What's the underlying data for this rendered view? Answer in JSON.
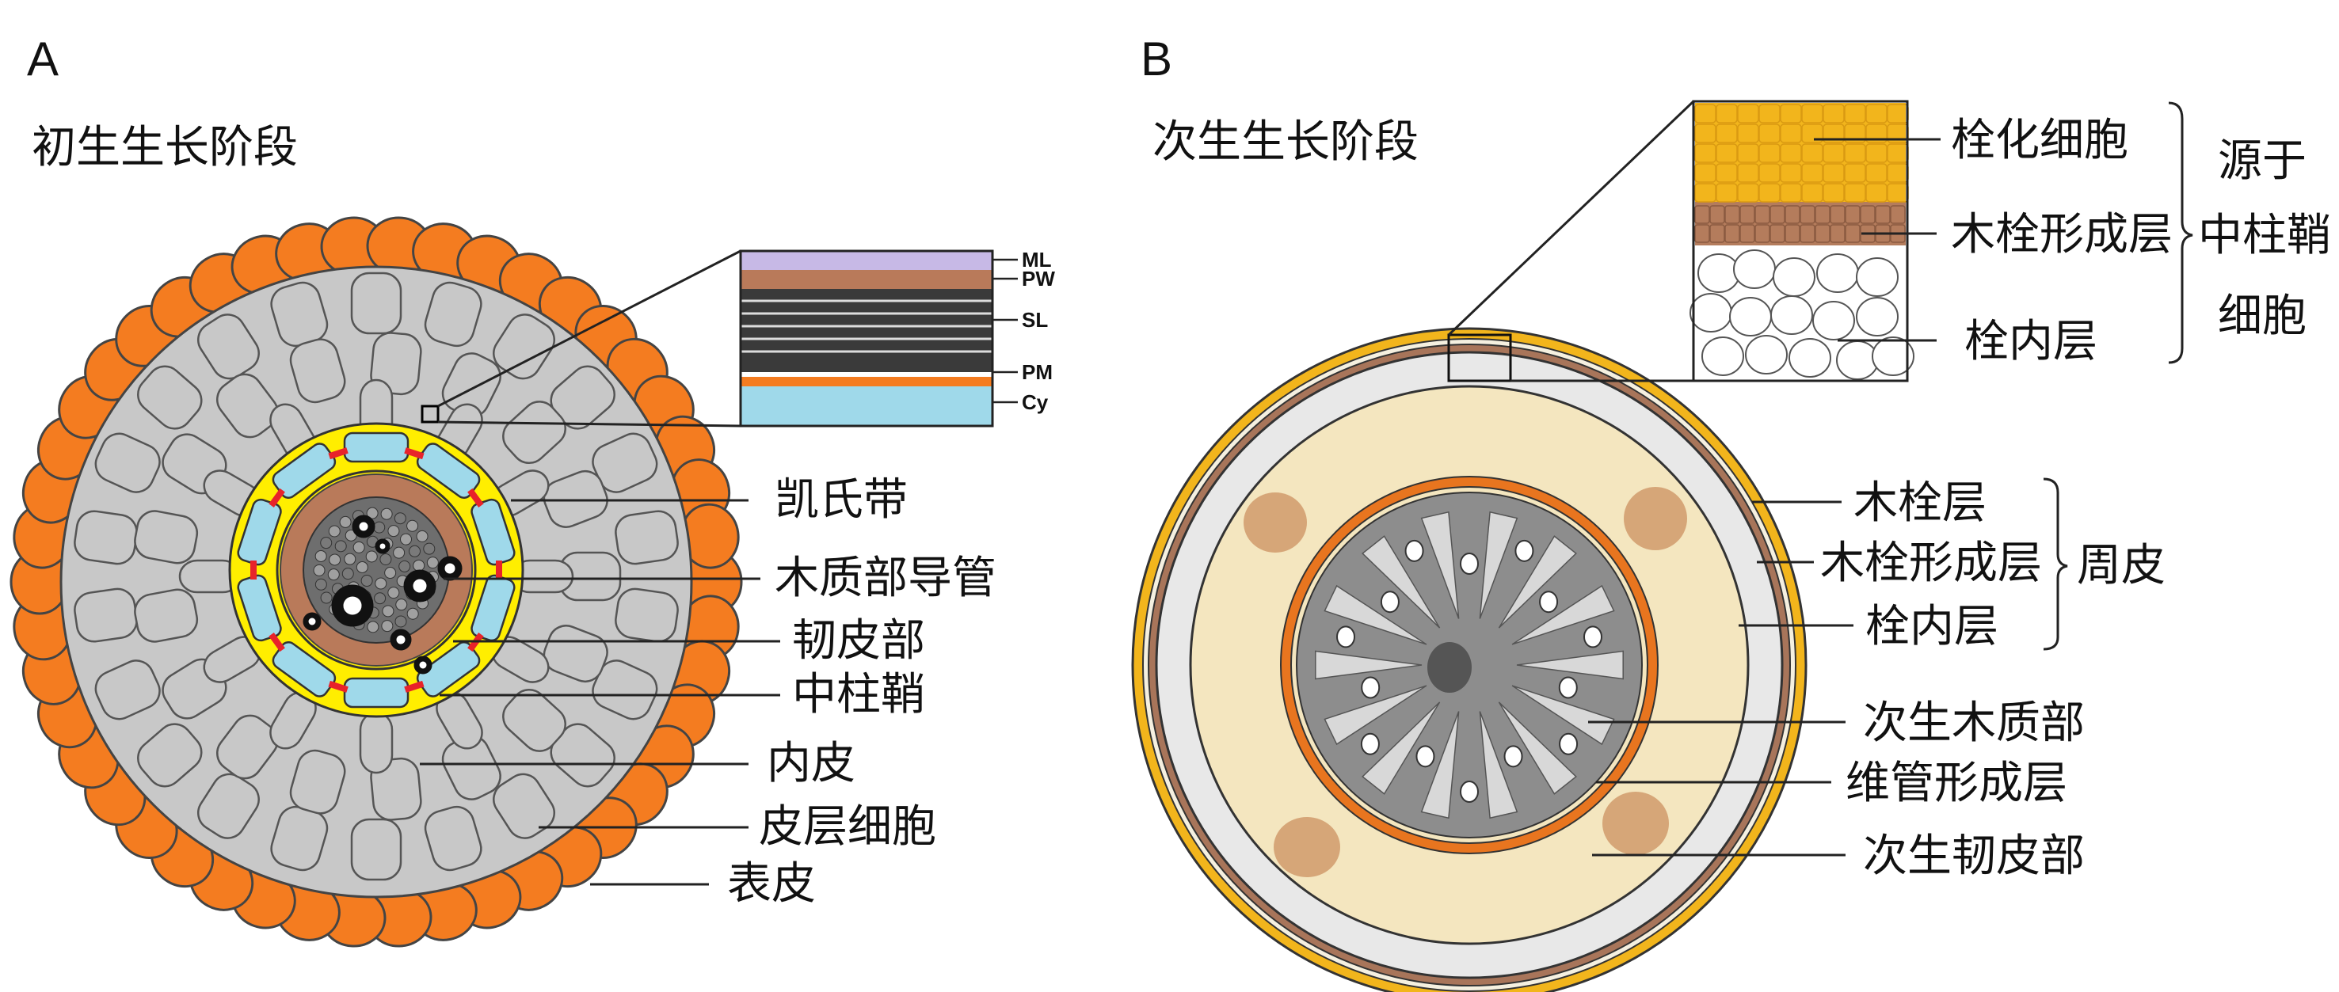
{
  "panelA": {
    "letter": "A",
    "title": "初生生长阶段",
    "labels": [
      "凯氏带",
      "木质部导管",
      "韧皮部",
      "中柱鞘",
      "内皮",
      "皮层细胞",
      "表皮"
    ],
    "inset_layers": [
      "ML",
      "PW",
      "SL",
      "PM",
      "Cy"
    ]
  },
  "panelB": {
    "letter": "B",
    "title": "次生生长阶段",
    "inset_labels": [
      "栓化细胞",
      "木栓形成层",
      "栓内层"
    ],
    "inset_group": [
      "源于",
      "中柱鞘",
      "细胞"
    ],
    "periderm_labels": [
      "木栓层",
      "木栓形成层",
      "栓内层"
    ],
    "periderm_group": "周皮",
    "labels": [
      "次生木质部",
      "维管形成层",
      "次生韧皮部"
    ]
  },
  "colors": {
    "epidermis": "#f47c20",
    "cortex": "#c8c8c8",
    "endodermis": "#9fd9ea",
    "casparian_band": "#ffee00",
    "casparian_dot": "#e8232a",
    "pericycle": "#b97a5a",
    "stele": "#6e6e6e",
    "cork": "#f2b51c",
    "phellogen": "#a8755a",
    "phelloderm": "#e8e8e8",
    "secondary_phloem": "#f4e6bf",
    "cambium": "#e8751f",
    "xylem": "#8d8d8d"
  }
}
